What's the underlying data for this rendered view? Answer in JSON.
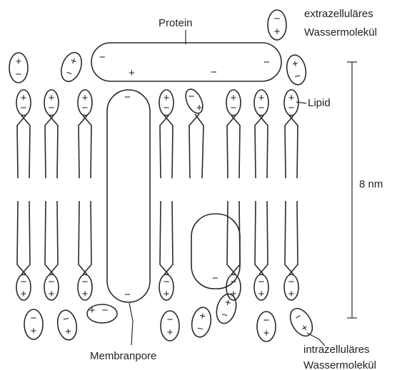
{
  "labels": {
    "protein": "Protein",
    "extracellular_line1": "extrazelluläres",
    "extracellular_line2": "Wassermolekül",
    "lipid": "Lipid",
    "scale": "8 nm",
    "membrane_pore": "Membranpore",
    "intracellular_line1": "intrazelluläres",
    "intracellular_line2": "Wassermolekül"
  },
  "symbols": {
    "plus": "+",
    "minus": "−"
  }
}
